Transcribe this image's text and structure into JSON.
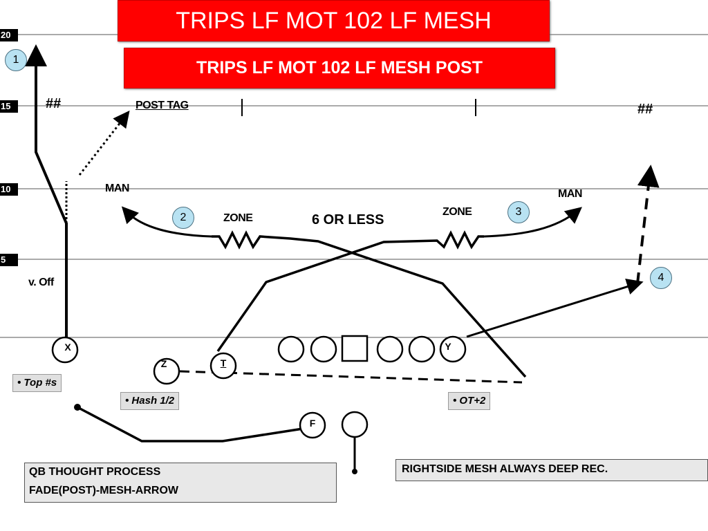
{
  "titles": {
    "main": "TRIPS LF MOT 102 LF MESH",
    "sub": "TRIPS LF MOT 102 LF MESH POST"
  },
  "yard_lines": [
    "20",
    "15",
    "10",
    "5"
  ],
  "labels": {
    "post_tag": "POST TAG",
    "hash_left": "##",
    "hash_right": "##",
    "man_left": "MAN",
    "man_right": "MAN",
    "zone_left": "ZONE",
    "zone_right": "ZONE",
    "six_or_less": "6 OR LESS",
    "v_off": "v. Off"
  },
  "route_numbers": [
    "1",
    "2",
    "3",
    "4"
  ],
  "players": {
    "x": "X",
    "y": "Y",
    "z": "Z",
    "t": "T",
    "f": "F"
  },
  "notes": {
    "top": "Top #s",
    "hash": "Hash 1/2",
    "ot": "OT+2"
  },
  "qb_box": {
    "line1": "QB THOUGHT PROCESS",
    "line2": "FADE(POST)-MESH-ARROW"
  },
  "right_box": "RIGHTSIDE MESH ALWAYS DEEP REC."
}
